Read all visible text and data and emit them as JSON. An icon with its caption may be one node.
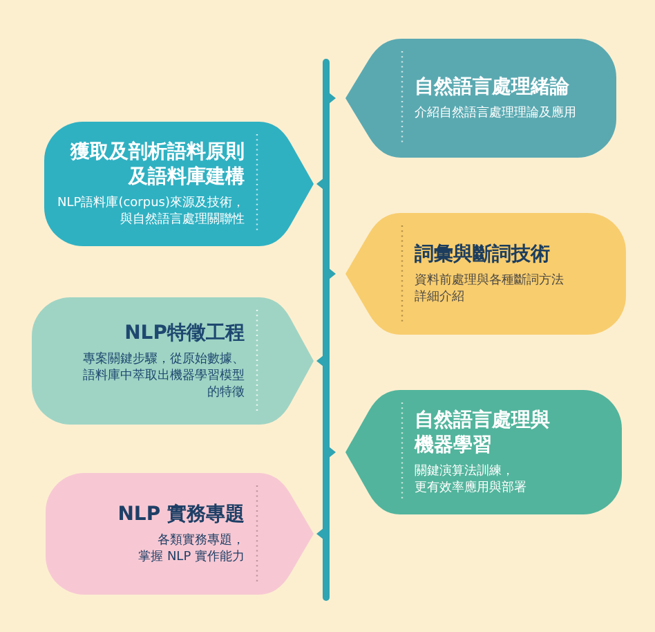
{
  "diagram": {
    "nodes": [
      {
        "text": [
          "自然語言處理緒論",
          "介紹自然語言處理理論及應用"
        ]
      },
      {
        "text": [
          "獲取及剖析語料原則及語料庫建構",
          "NLP語料庫(corpus)來源及技術，與自然語言處理關聯性"
        ]
      },
      {
        "text": [
          "詞彙與斷詞技術",
          "資料前處理與各種斷詞方法詳細介紹"
        ]
      },
      {
        "text": [
          "NLP特徵工程",
          "專案關鍵步驟，從原始數據、語料庫中萃取出機器學習模型的特徵"
        ]
      },
      {
        "text": [
          "自然語言處理與機器學習",
          "關鍵演算法訓練，更有效率應用與部署"
        ]
      },
      {
        "text": [
          "NLP 實務專題",
          "各類實務專題，掌握 NLP 實作能力"
        ]
      }
    ]
  }
}
